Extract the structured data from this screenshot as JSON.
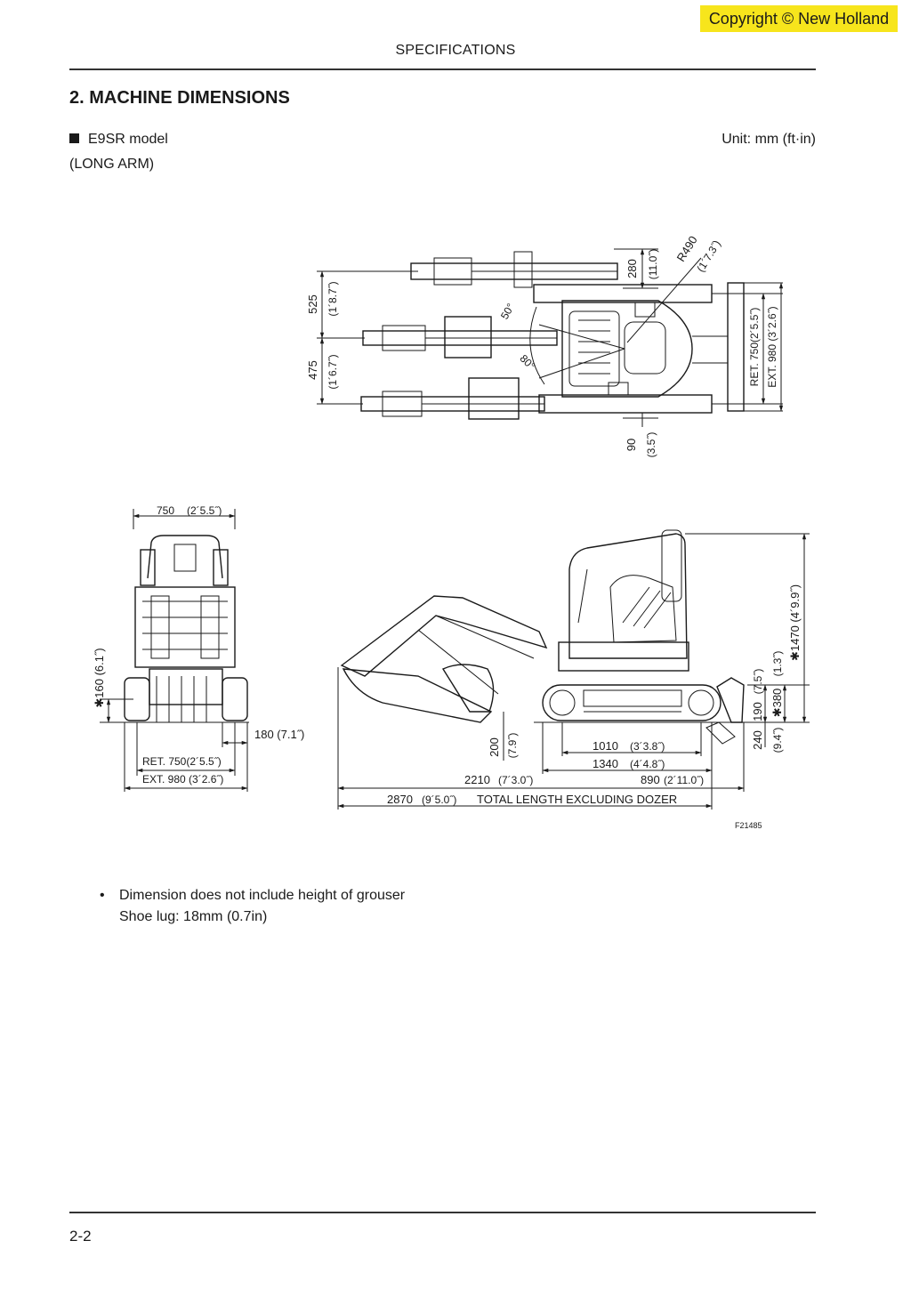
{
  "copyright": "Copyright © New Holland",
  "header": {
    "title": "SPECIFICATIONS"
  },
  "section": {
    "title": "2. MACHINE DIMENSIONS"
  },
  "model": {
    "name": "E9SR model",
    "arm": "(LONG ARM)",
    "unit": "Unit: mm (ft·in)"
  },
  "top_view": {
    "d280": "280",
    "d280_ft": "(11.0˝)",
    "r490": "R490",
    "r490_ft": "(1´7.3˝)",
    "d525": "525",
    "d525_ft": "(1´8.7˝)",
    "d475": "475",
    "d475_ft": "(1´6.7˝)",
    "a50": "50°",
    "a80": "80°",
    "ret": "RET. 750(2´5.5˝)",
    "ext": "EXT. 980 (3´2.6˝)",
    "d90": "90",
    "d90_ft": "(3.5˝)"
  },
  "front_view": {
    "w750": "750",
    "w750_ft": "(2´5.5˝)",
    "h160": "✱160 (6.1˝)",
    "d180": "180 (7.1˝)",
    "ret": "RET. 750(2´5.5˝)",
    "ext": "EXT. 980 (3´2.6˝)"
  },
  "side_view": {
    "d1470": "✱1470 (4´9.9˝)",
    "d380": "✱380",
    "d380_ft": "(1.3˝)",
    "d190": "190",
    "d190_ft": "(7.5˝)",
    "d240": "240",
    "d240_ft": "(9.4˝)",
    "d200": "200",
    "d200_ft": "(7.9˝)",
    "d1010": "1010",
    "d1010_ft": "(3´3.8˝)",
    "d1340": "1340",
    "d1340_ft": "(4´4.8˝)",
    "d2210": "2210",
    "d2210_ft": "(7´3.0˝)",
    "d890": "890",
    "d890_ft": "(2´11.0˝)",
    "d2870": "2870",
    "d2870_ft": "(9´5.0˝)",
    "total_label": "TOTAL LENGTH EXCLUDING DOZER",
    "figure_id": "F21485"
  },
  "notes": {
    "bullet": "•",
    "line1": "Dimension does not include height of grouser",
    "line2": "Shoe lug: 18mm  (0.7in)"
  },
  "footer": {
    "page": "2-2"
  }
}
